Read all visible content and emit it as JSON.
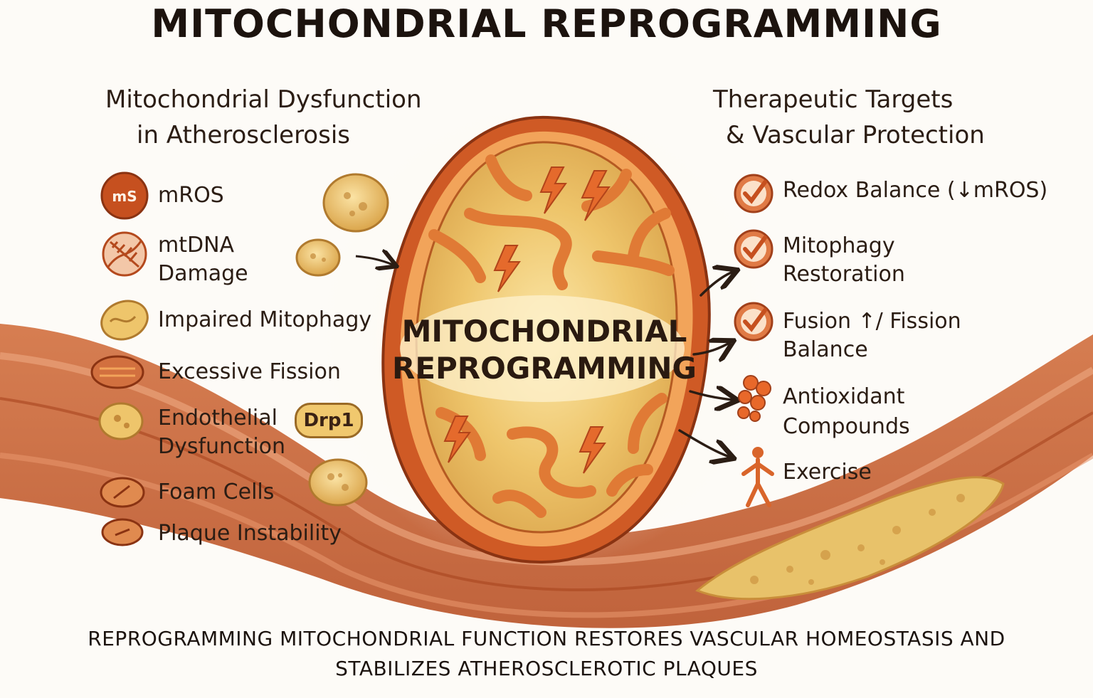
{
  "title": "MITOCHONDRIAL REPROGRAMMING",
  "left_panel": {
    "heading_line1": "Mitochondrial Dysfunction",
    "heading_line2": "in Atherosclerosis",
    "items": [
      {
        "lines": [
          "mROS"
        ],
        "icon": "ms-badge-icon"
      },
      {
        "lines": [
          "mtDNA",
          "Damage"
        ],
        "icon": "dna-strand-icon"
      },
      {
        "lines": [
          "Impaired Mitophagy"
        ],
        "icon": "mitochondrion-icon"
      },
      {
        "lines": [
          "Excessive Fission"
        ],
        "icon": "fission-mitochondrion-icon"
      },
      {
        "lines": [
          "Endothelial",
          "Dysfunction"
        ],
        "icon": "endothelial-cell-icon"
      },
      {
        "lines": [
          "Foam Cells"
        ],
        "icon": "foam-cell-icon"
      },
      {
        "lines": [
          "Plaque Instability"
        ],
        "icon": "plaque-icon"
      }
    ],
    "ms_badge": "mS",
    "drp1_label": "Drp1"
  },
  "center": {
    "label_line1": "MITOCHONDRIAL",
    "label_line2": "REPROGRAMMING"
  },
  "right_panel": {
    "heading_line1": "Therapeutic Targets",
    "heading_line2": "& Vascular Protection",
    "items": [
      {
        "lines": [
          "Redox Balance (↓mROS)"
        ],
        "icon": "check-icon"
      },
      {
        "lines": [
          "Mitophagy",
          "Restoration"
        ],
        "icon": "check-icon"
      },
      {
        "lines": [
          "Fusion ↑/ Fission",
          "Balance"
        ],
        "icon": "check-icon"
      },
      {
        "lines": [
          "Antioxidant",
          "Compounds"
        ],
        "icon": "antioxidant-molecules-icon"
      },
      {
        "lines": [
          "Exercise"
        ],
        "icon": "person-exercise-icon"
      }
    ]
  },
  "footer": {
    "line1": "REPROGRAMMING MITOCHONDRIAL FUNCTION RESTORES VASCULAR HOMEOSTASIS AND",
    "line2": "STABILIZES ATHEROSCLEROTIC PLAQUES"
  },
  "colors": {
    "vessel": "#c9602f",
    "vessel_light": "#e49a6e",
    "membrane": "#cf5a25",
    "matrix": "#e9bf5e",
    "icon_orange": "#d9652b",
    "text": "#2b1d14"
  }
}
